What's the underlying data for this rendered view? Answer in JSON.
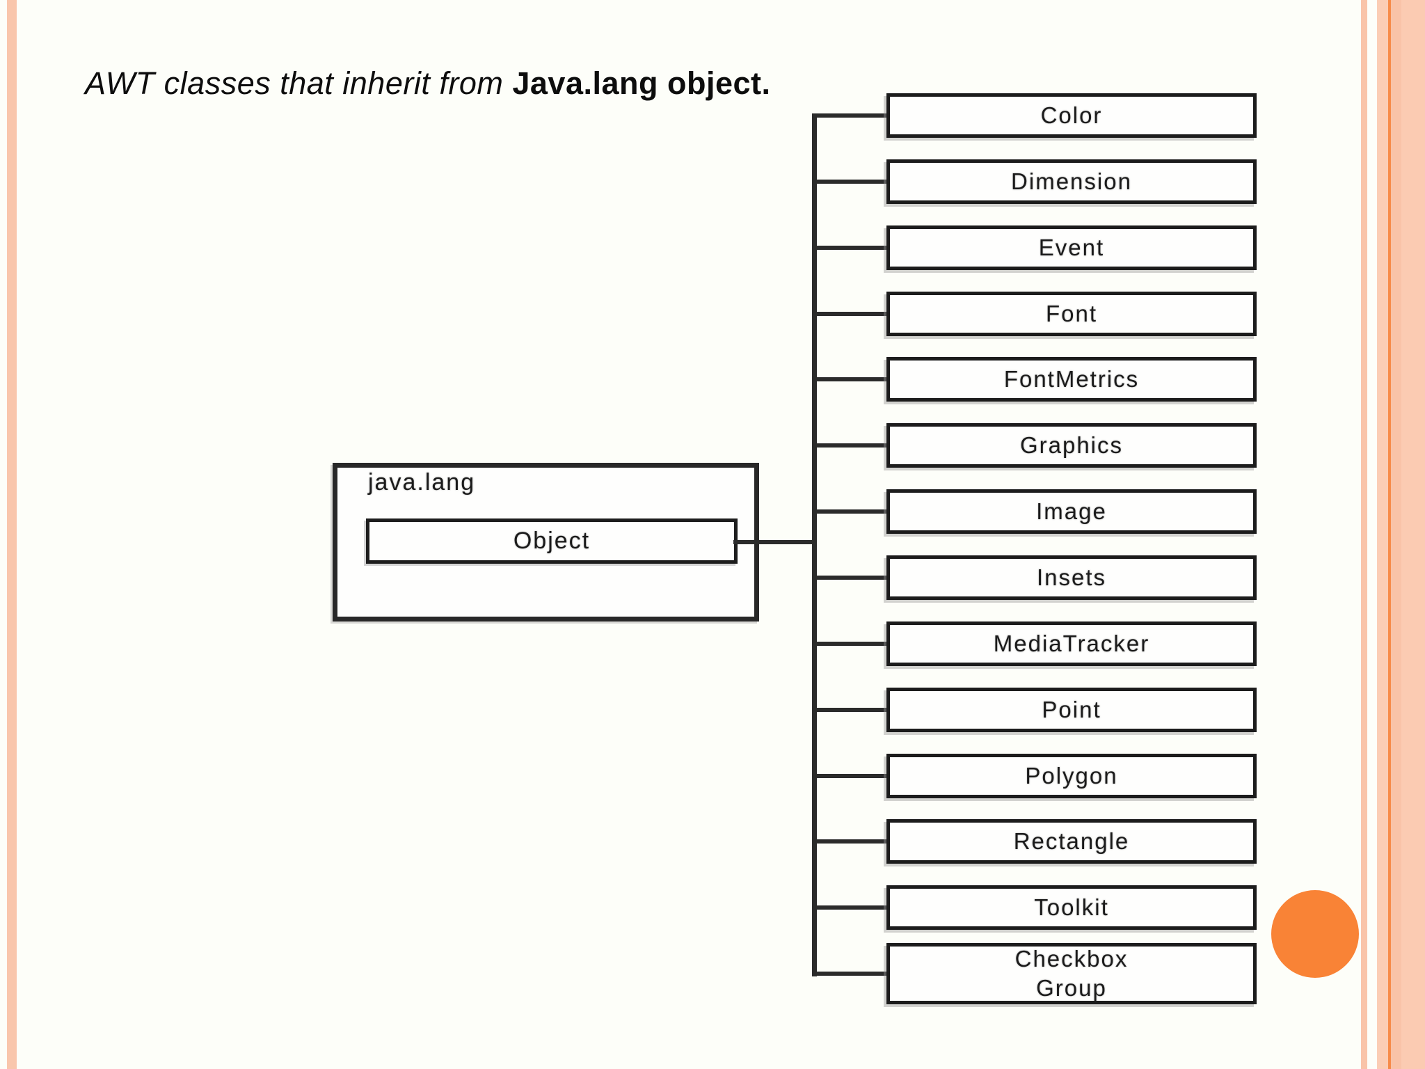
{
  "title": {
    "italic_part": "AWT classes that inherit from ",
    "bold_part": "Java.lang object."
  },
  "diagram": {
    "package_label": "java.lang",
    "root_class": "Object",
    "subclasses": [
      "Color",
      "Dimension",
      "Event",
      "Font",
      "FontMetrics",
      "Graphics",
      "Image",
      "Insets",
      "MediaTracker",
      "Point",
      "Polygon",
      "Rectangle",
      "Toolkit",
      "Checkbox\nGroup"
    ]
  },
  "colors": {
    "accent_circle": "#F98336",
    "left_stripe": "#F9C6AC",
    "right_stripe_thin": "#F9C4A9",
    "right_block": "#FBCDB5",
    "right_band_mid": "#F9C3A8",
    "right_band_outer": "#FBCBB2",
    "right_accent_line": "#F78B49",
    "line_color": "#2b2b2b"
  }
}
